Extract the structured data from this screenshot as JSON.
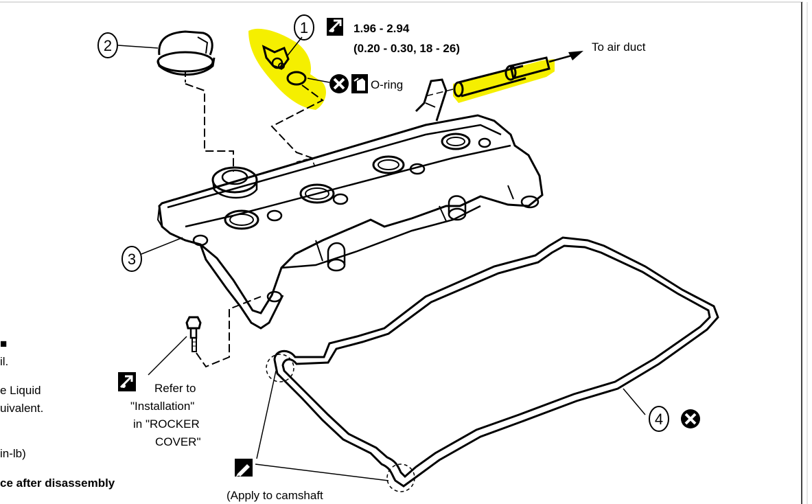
{
  "torque_spec": {
    "value": "1.96 - 2.94",
    "units": "(0.20 - 0.30, 18 - 26)"
  },
  "labels": {
    "air_duct": "To air duct",
    "oring": "O-ring",
    "refer_lines": [
      "Refer to",
      "\"Installation\"",
      "in \"ROCKER",
      "COVER\""
    ],
    "apply_camshaft": "(Apply to camshaft"
  },
  "callouts": [
    "1",
    "2",
    "3",
    "4"
  ],
  "legend_partial": {
    "line1": "il.",
    "line2": "e Liquid",
    "line3": "uivalent.",
    "line4": "in-lb)",
    "line5": "ce after disassembly"
  },
  "colors": {
    "highlight": "#f5ef00",
    "ink": "#000000"
  }
}
